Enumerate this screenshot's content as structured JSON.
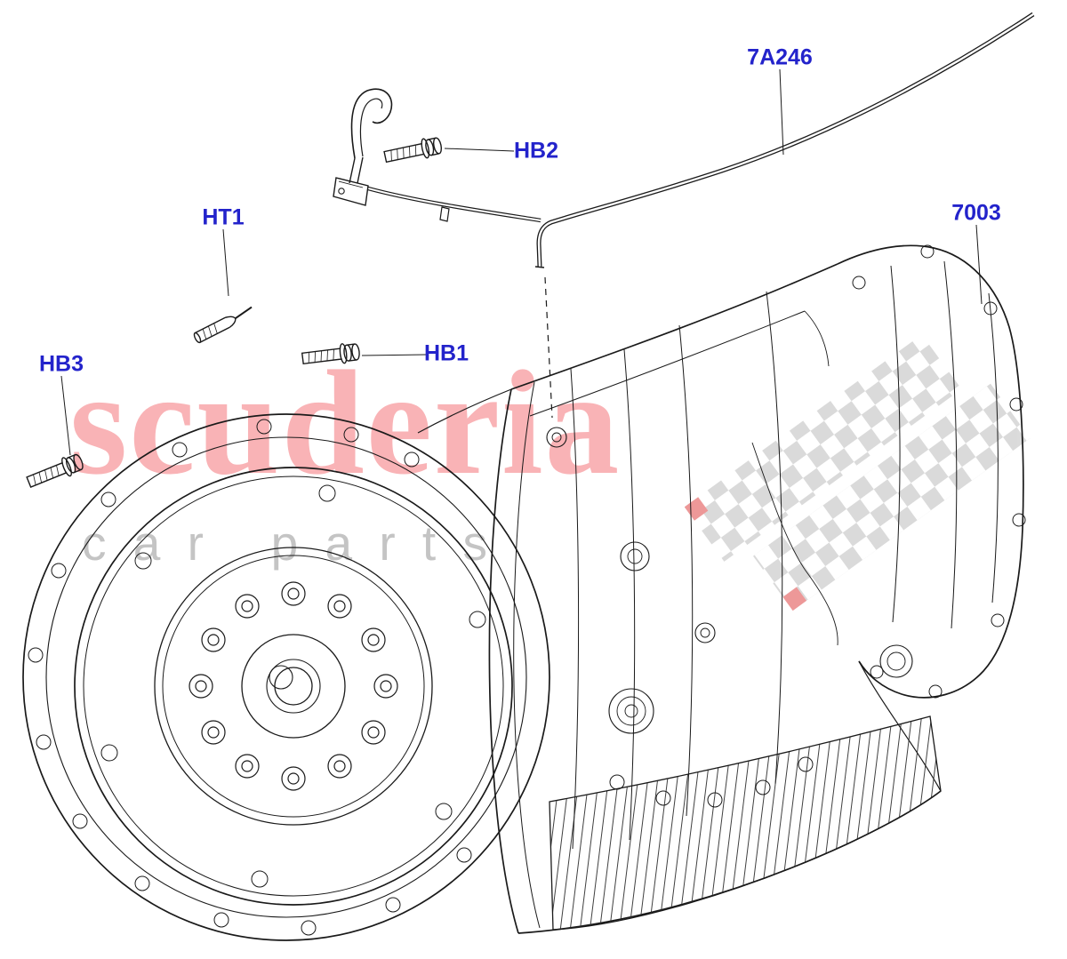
{
  "diagram": {
    "label_color": "#2323cb",
    "line_color": "#1a1a1a",
    "labels": [
      {
        "id": "7A246",
        "text": "7A246"
      },
      {
        "id": "HB2",
        "text": "HB2"
      },
      {
        "id": "HT1",
        "text": "HT1"
      },
      {
        "id": "7003",
        "text": "7003"
      },
      {
        "id": "HB3",
        "text": "HB3"
      },
      {
        "id": "HB1",
        "text": "HB1"
      }
    ]
  },
  "watermark": {
    "brand": "scuderia",
    "subtitle": "car parts",
    "brand_color": "#ed1c24",
    "subtitle_color": "#9e9e9e",
    "flag_color": "#bdbdbd"
  }
}
